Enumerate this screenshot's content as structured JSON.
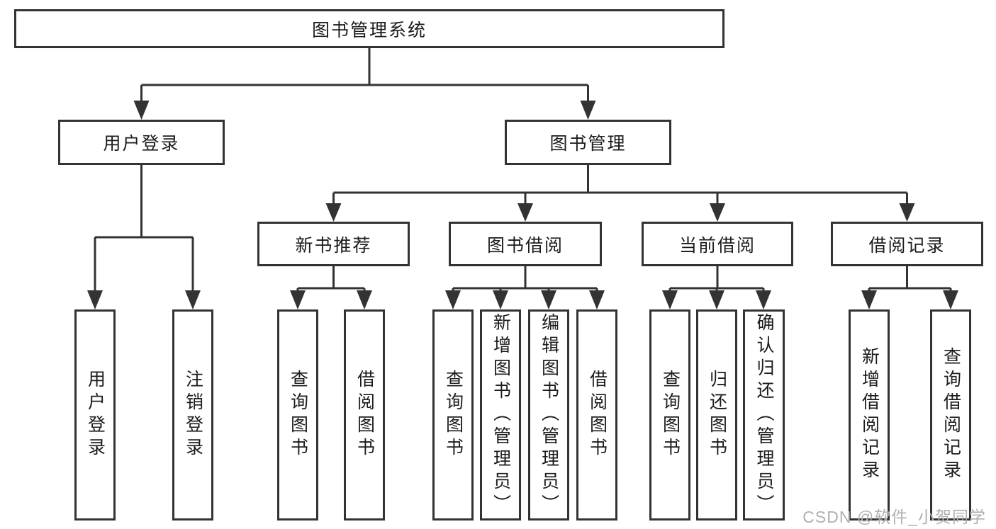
{
  "diagram": {
    "type": "hierarchy",
    "root": {
      "label": "图书管理系统",
      "children": [
        {
          "label": "用户登录",
          "children": [
            {
              "label": "用户登录"
            },
            {
              "label": "注销登录"
            }
          ]
        },
        {
          "label": "图书管理",
          "children": [
            {
              "label": "新书推荐",
              "children": [
                {
                  "label": "查询图书"
                },
                {
                  "label": "借阅图书"
                }
              ]
            },
            {
              "label": "图书借阅",
              "children": [
                {
                  "label": "查询图书"
                },
                {
                  "label": "新增图书（管理员）"
                },
                {
                  "label": "编辑图书（管理员）"
                },
                {
                  "label": "借阅图书"
                }
              ]
            },
            {
              "label": "当前借阅",
              "children": [
                {
                  "label": "查询图书"
                },
                {
                  "label": "归还图书"
                },
                {
                  "label": "确认归还（管理员）"
                }
              ]
            },
            {
              "label": "借阅记录",
              "children": [
                {
                  "label": "新增借阅记录"
                },
                {
                  "label": "查询借阅记录"
                }
              ]
            }
          ]
        }
      ]
    }
  },
  "watermark": {
    "text": "CSDN @软件_小贺同学"
  },
  "colors": {
    "line": "#333333",
    "box_border": "#333333",
    "box_background": "#ffffff",
    "text": "#1c1c1c",
    "watermark": "#b0b0b0",
    "page_background": "#ffffff"
  }
}
